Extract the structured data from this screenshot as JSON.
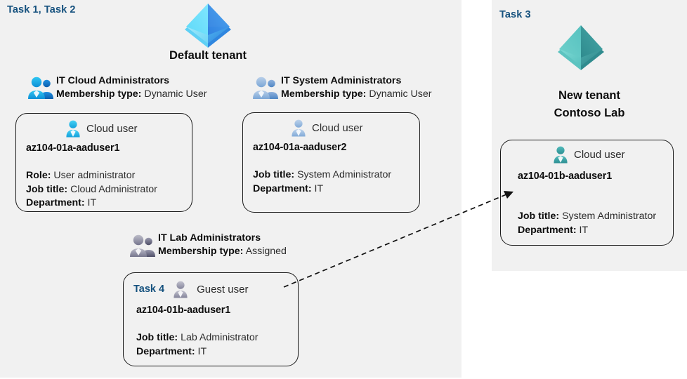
{
  "diagram": {
    "title": "Azure AD tenants, groups and users lab diagram",
    "background": "#ffffff",
    "panel_fill": "#f1f1f1",
    "task_tag_color": "#15517e",
    "card_border_color": "#1a1a1a"
  },
  "left_panel": {
    "task_tag": "Task 1, Task 2",
    "tenant": {
      "icon": "azure-ad-tenant-icon",
      "label": "Default tenant",
      "color": "#3fa9f5"
    },
    "groups": [
      {
        "icon": "group-users-icon",
        "icon_color": "#1aa7e8",
        "name": "IT Cloud Administrators",
        "meta_label": "Membership type:",
        "meta_value": "Dynamic User",
        "user_card": {
          "kind_icon": "cloud-user-icon",
          "kind_icon_color": "#35c0ec",
          "kind": "Cloud user",
          "account": "az104-01a-aaduser1",
          "props": [
            {
              "label": "Role:",
              "value": "User administrator"
            },
            {
              "label": "Job title:",
              "value": "Cloud Administrator"
            },
            {
              "label": "Department:",
              "value": "IT"
            }
          ]
        }
      },
      {
        "icon": "group-users-icon",
        "icon_color": "#8fb4dd",
        "name": "IT System Administrators",
        "meta_label": "Membership type:",
        "meta_value": "Dynamic User",
        "user_card": {
          "kind_icon": "cloud-user-icon",
          "kind_icon_color": "#9dbde0",
          "kind": "Cloud user",
          "account": "az104-01a-aaduser2",
          "props": [
            {
              "label": "Job title:",
              "value": "System Administrator"
            },
            {
              "label": "Department:",
              "value": "IT"
            }
          ]
        }
      },
      {
        "icon": "group-users-icon",
        "icon_color": "#8a8aa0",
        "name": "IT Lab Administrators",
        "meta_label": "Membership type:",
        "meta_value": "Assigned",
        "user_card": {
          "task_tag": "Task 4",
          "kind_icon": "guest-user-icon",
          "kind_icon_color": "#9e9eae",
          "kind": "Guest user",
          "account": "az104-01b-aaduser1",
          "props": [
            {
              "label": "Job title:",
              "value": "Lab Administrator"
            },
            {
              "label": "Department:",
              "value": "IT"
            }
          ]
        }
      }
    ]
  },
  "right_panel": {
    "task_tag": "Task 3",
    "tenant": {
      "icon": "azure-ad-tenant-icon",
      "label_line1": "New  tenant",
      "label_line2": "Contoso Lab",
      "color": "#4cb3b3"
    },
    "user_card": {
      "kind_icon": "cloud-user-icon",
      "kind_icon_color": "#3fa8a8",
      "kind": "Cloud user",
      "account": "az104-01b-aaduser1",
      "props": [
        {
          "label": "Job title:",
          "value": "System Administrator"
        },
        {
          "label": "Department:",
          "value": "IT"
        }
      ]
    }
  },
  "connector": {
    "name": "guest-user-invitation-arrow",
    "style": "dashed",
    "from": "az104-01b-aaduser1 guest user card",
    "to": "az104-01b-aaduser1 cloud user card in Contoso Lab tenant",
    "color": "#111111"
  }
}
